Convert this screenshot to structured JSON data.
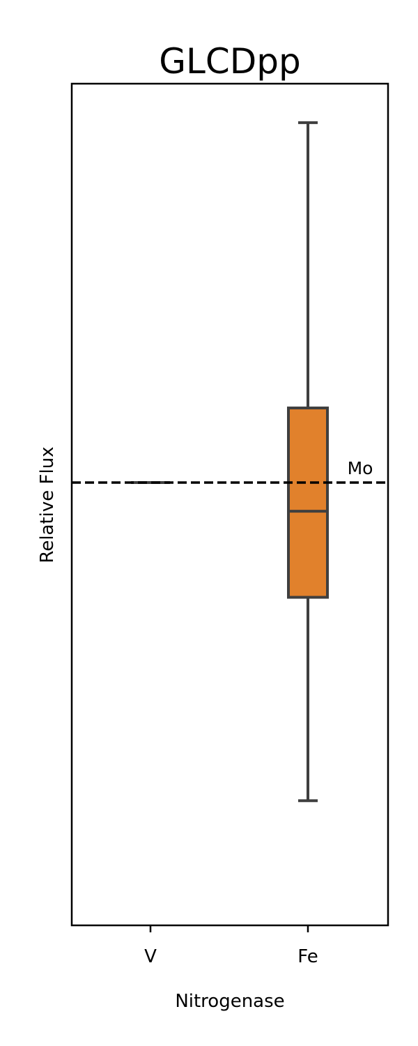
{
  "chart_data": {
    "type": "box",
    "title": "GLCDpp",
    "xlabel": "Nitrogenase",
    "ylabel": "Relative Flux",
    "categories": [
      "V",
      "Fe"
    ],
    "ylim": [
      -0.3,
      1.3
    ],
    "yticks_shown": false,
    "grid": false,
    "legend": "none",
    "series": [
      {
        "category": "V",
        "min": 0.0,
        "q1": 0.0,
        "median": 0.0,
        "q3": 0.0,
        "max": 0.0,
        "color": "#3f3f3f",
        "box_fill": "#3f3f3f"
      },
      {
        "category": "Fe",
        "min": -0.61,
        "q1": -0.22,
        "median": -0.055,
        "q3": 0.143,
        "max": 0.69,
        "color": "#3f3f3f",
        "box_fill": "#e1812c"
      }
    ],
    "reference_line": {
      "value": 0.0,
      "label": "Mo",
      "style": "dashed",
      "color": "#000000"
    }
  },
  "colors": {
    "box_fill": "#e1812c",
    "box_edge": "#3f3f3f",
    "frame": "#000000",
    "background": "#ffffff"
  }
}
